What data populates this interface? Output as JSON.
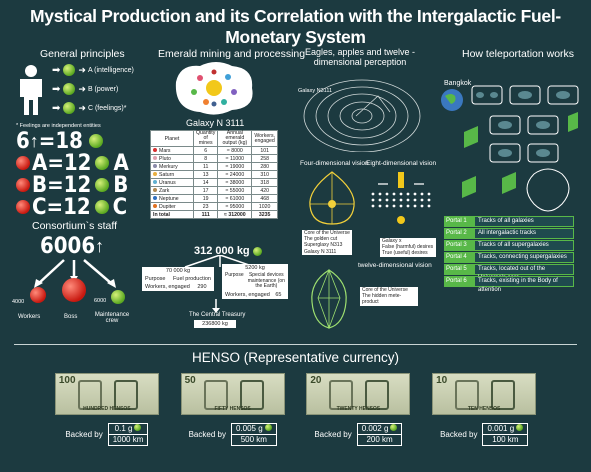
{
  "title": "Mystical Production and its Correlation with the Intergalactic Fuel-Monetary System",
  "general": {
    "heading": "General principles",
    "items": [
      "A (intelligence)",
      "B (power)",
      "C (feelings)*"
    ],
    "note": "* Feelings are independent entities",
    "equations": [
      "6",
      "=18",
      "A=12",
      "A",
      "B=12",
      "B",
      "C=12",
      "C"
    ]
  },
  "staff": {
    "heading": "Consortium`s staff",
    "total": "6006",
    "workers_count": "4000",
    "workers": "Workers",
    "boss": "Boss",
    "maint_count": "6000",
    "maint": "Maintenance crew"
  },
  "emerald": {
    "heading": "Emerald mining and processing",
    "galaxy": "Galaxy N 3111",
    "columns": [
      "Planet",
      "Quantity of mines",
      "Annual emerald output (kg)",
      "Workers, engaged"
    ],
    "rows": [
      [
        "Mars",
        "6",
        "≈ 8000",
        "101"
      ],
      [
        "Pluto",
        "8",
        "≈ 11000",
        "258"
      ],
      [
        "Merkury",
        "11",
        "≈ 19000",
        "280"
      ],
      [
        "Saturn",
        "13",
        "≈ 24000",
        "310"
      ],
      [
        "Uranus",
        "14",
        "≈ 38000",
        "318"
      ],
      [
        "Zark",
        "17",
        "≈ 55000",
        "420"
      ],
      [
        "Neptune",
        "19",
        "≈ 61000",
        "468"
      ],
      [
        "Dupiter",
        "23",
        "≈ 95000",
        "1020"
      ],
      [
        "In total",
        "111",
        "≈ 312000",
        "3235"
      ]
    ],
    "total_kg": "312 000 kg",
    "left_kg": "70 000 kg",
    "right_kg": "5200 kg",
    "purpose": "Purpose",
    "fuel": "Fuel production",
    "workers_engaged": "Workers, engaged",
    "left_workers": "290",
    "special": "Special devices maintenance (on the Earth)",
    "right_workers": "65",
    "treasury": "The Central Treasury",
    "treasury_kg": "236800 kg"
  },
  "eagles": {
    "heading": "Eagles, apples and twelve -dimensional perception",
    "galaxy_label": "Galaxy N3111",
    "four": "Four-dimensional vision",
    "eight": "Eight-dimensional vision",
    "twelve": "twelve-dimensional vision",
    "note1": [
      "Core of the Universe",
      "The golden cut",
      "Superglaxy N313",
      "Galaxy N 3111"
    ],
    "note2": [
      "Galaxy x",
      "False (harmful) desires",
      "True (useful) desires"
    ],
    "note3": [
      "Core of the Universe",
      "The hidden mete-product"
    ]
  },
  "teleport": {
    "heading": "How teleportation works",
    "city": "Bangkok",
    "portals": [
      [
        "Portal 1",
        "Tracks of all galaxies"
      ],
      [
        "Portal 2",
        "All intergalactic tracks"
      ],
      [
        "Portal 3",
        "Tracks of all supergalaxies"
      ],
      [
        "Portal 4",
        "Tracks, connecting supergalaxies"
      ],
      [
        "Portal 5",
        "Tracks, located out of the Universe's core"
      ],
      [
        "Portal 6",
        "Tracks, existing in the Body of attention"
      ]
    ]
  },
  "henso": {
    "heading": "HENSO (Representative currency)",
    "backed_by": "Backed by",
    "bills": [
      {
        "num": "100",
        "label": "HUNDRED HENSOS",
        "g": "0.1 g",
        "km": "1000 km"
      },
      {
        "num": "50",
        "label": "FIFTY HENSOS",
        "g": "0.005 g",
        "km": "500 km"
      },
      {
        "num": "20",
        "label": "TWENTY HENSOS",
        "g": "0.002 g",
        "km": "200 km"
      },
      {
        "num": "10",
        "label": "TEN HENSOS",
        "g": "0.001 g",
        "km": "100 km"
      }
    ]
  },
  "colors": {
    "bg": "#1c3a40",
    "accent_green": "#58b848",
    "apple_red": "#c8180f"
  }
}
